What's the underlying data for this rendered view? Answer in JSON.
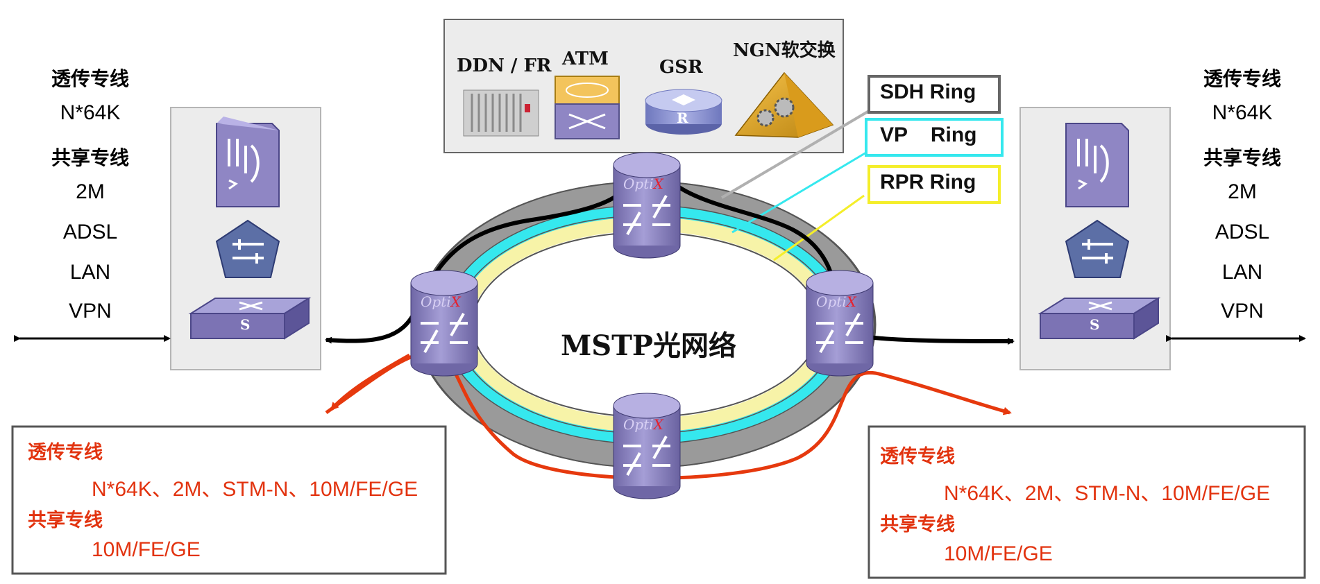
{
  "left_panel": {
    "labels": [
      "透传专线",
      "N*64K",
      "共享专线",
      "2M",
      "ADSL",
      "LAN",
      "VPN"
    ]
  },
  "right_panel": {
    "labels": [
      "透传专线",
      "N*64K",
      "共享专线",
      "2M",
      "ADSL",
      "LAN",
      "VPN"
    ]
  },
  "services": {
    "ddn": "DDN / FR",
    "atm": "ATM",
    "gsr": "GSR",
    "ngn": "NGN软交换",
    "router_letter": "R",
    "switch_letter": "S"
  },
  "legend": {
    "sdh": "SDH Ring",
    "vp": "VP    Ring",
    "rpr": "RPR Ring"
  },
  "center_label": "MSTP光网络",
  "node_brand": "OptiX",
  "bottom_left": {
    "title1": "透传专线",
    "value1": "N*64K、2M、STM-N、10M/FE/GE",
    "title2": "共享专线",
    "value2": "10M/FE/GE"
  },
  "bottom_right": {
    "title1": "透传专线",
    "value1": "N*64K、2M、STM-N、10M/FE/GE",
    "title2": "共享专线",
    "value2": "10M/FE/GE"
  },
  "colors": {
    "sdh_ring": "#9a9a9a",
    "vp_ring": "#35e8ee",
    "rpr_ring": "#f7f3a8",
    "route_red": "#e6390e",
    "route_black": "#000000",
    "device_purple": "#8f86c4",
    "panel_gray": "#ececec"
  }
}
